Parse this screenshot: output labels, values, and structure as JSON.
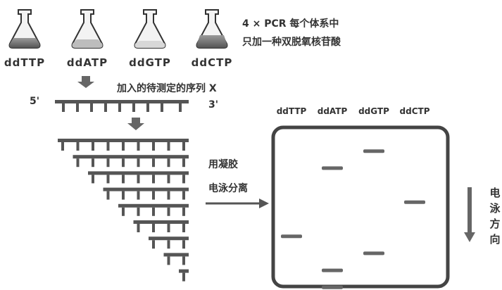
{
  "flasks": {
    "items": [
      {
        "label": "ddTTP"
      },
      {
        "label": "ddATP"
      },
      {
        "label": "ddGTP"
      },
      {
        "label": "ddCTP"
      }
    ],
    "note_line1": "4 × PCR 每个体系中",
    "note_line2": "只加一种双脱氧核苷酸"
  },
  "sequence": {
    "label": "加入的待测定的序列 X",
    "five_prime": "5'",
    "three_prime": "3'"
  },
  "electrophoresis": {
    "label_line1": "用凝胶",
    "label_line2": "电泳分离",
    "direction_chars": [
      "电",
      "泳",
      "方",
      "向"
    ]
  },
  "gel": {
    "lanes": [
      {
        "label": "ddTTP",
        "bands": [
          6
        ]
      },
      {
        "label": "ddATP",
        "bands": [
          2,
          8,
          9
        ]
      },
      {
        "label": "ddGTP",
        "bands": [
          1,
          7
        ]
      },
      {
        "label": "ddCTP",
        "bands": [
          4
        ]
      }
    ]
  },
  "ladder": {
    "tooth_counts": [
      9,
      8,
      7,
      6,
      5,
      4,
      3,
      2,
      1
    ]
  }
}
